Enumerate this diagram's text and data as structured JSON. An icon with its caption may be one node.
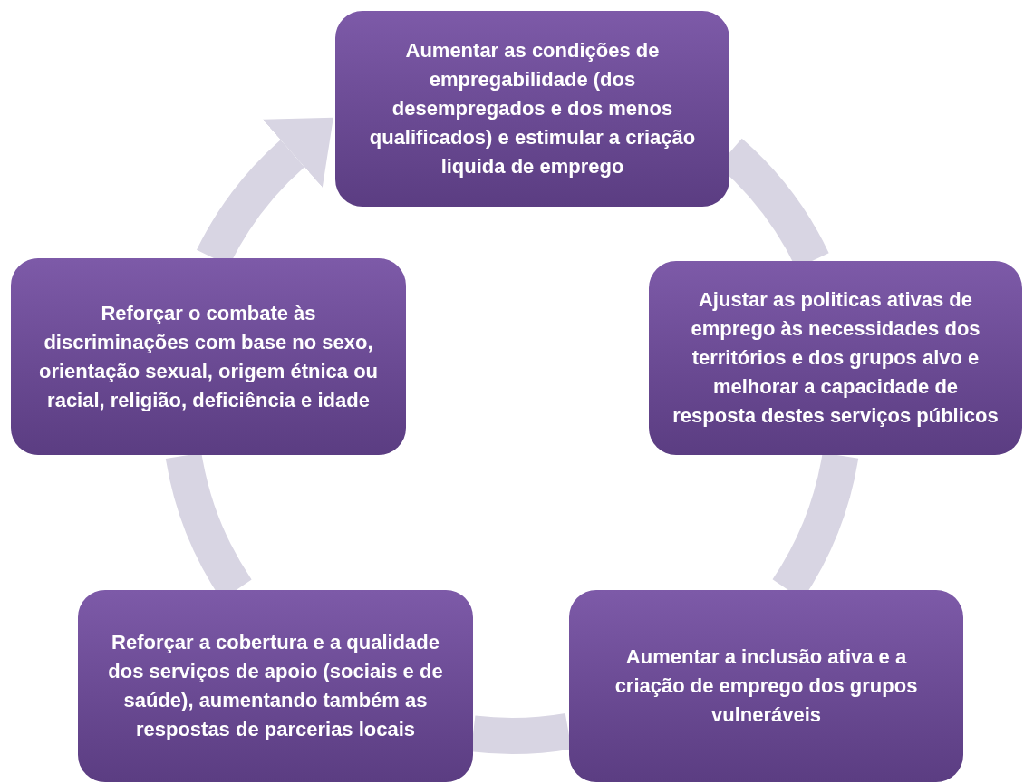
{
  "diagram": {
    "nodes": [
      {
        "text": [
          "Aumentar as condições de empregabilidade (dos desempregados e dos menos qualificados) e estimular a criação liquida de emprego"
        ]
      },
      {
        "text": [
          "Ajustar as politicas ativas de emprego às necessidades dos territórios e dos grupos alvo e melhorar a capacidade de resposta destes serviços públicos"
        ]
      },
      {
        "text": [
          "Aumentar a inclusão ativa e a criação de emprego dos grupos vulneráveis"
        ]
      },
      {
        "text": [
          "Reforçar a cobertura e a qualidade dos serviços de apoio (sociais e de saúde), aumentando também as respostas de parcerias locais"
        ]
      },
      {
        "text": [
          "Reforçar o combate às discriminações com base no sexo, orientação sexual, origem étnica ou racial, religião, deficiência e idade"
        ]
      }
    ],
    "edges": [
      {
        "from": 0,
        "to": 1,
        "arrow": "none"
      },
      {
        "from": 1,
        "to": 2,
        "arrow": "none"
      },
      {
        "from": 2,
        "to": 3,
        "arrow": "none"
      },
      {
        "from": 3,
        "to": 4,
        "arrow": "none"
      },
      {
        "from": 4,
        "to": 0,
        "arrow": "to"
      }
    ]
  }
}
